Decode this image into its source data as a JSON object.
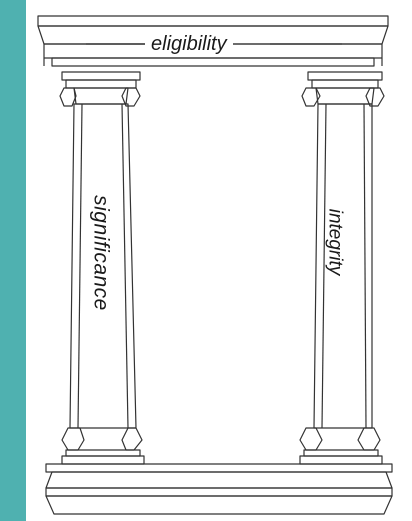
{
  "labels": {
    "top": "eligibility",
    "left_column": "significance",
    "right_column": "integrity"
  },
  "colors": {
    "background": "#4fb1b0",
    "panel": "#ffffff",
    "stroke": "#333333"
  },
  "icons": {
    "structure": "temple-columns-icon"
  }
}
